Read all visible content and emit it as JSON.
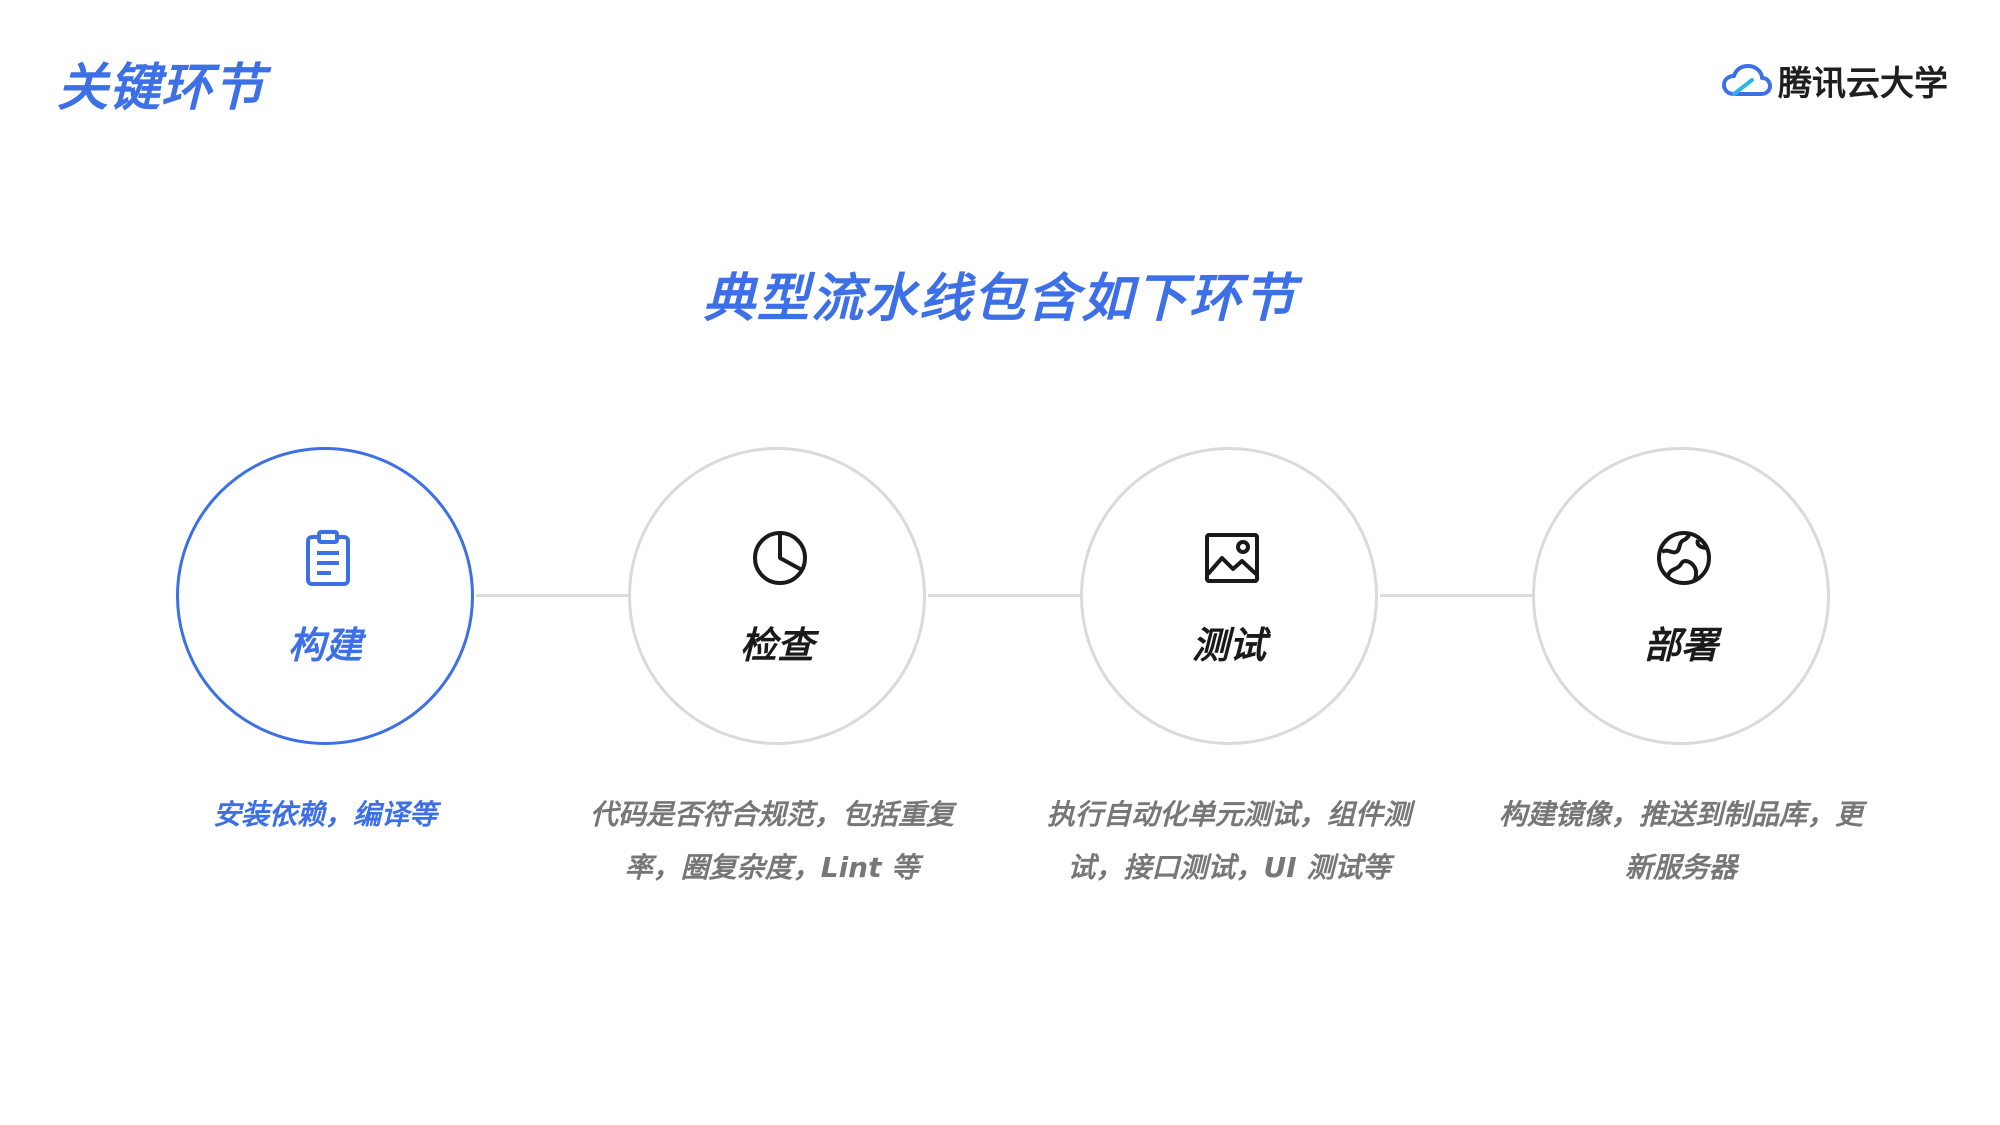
{
  "header": {
    "title": "关键环节",
    "brand": "腾讯云大学"
  },
  "subtitle": "典型流水线包含如下环节",
  "colors": {
    "accent": "#3d6fe6",
    "ring": "#dadada",
    "description": "#777777"
  },
  "steps": [
    {
      "label": "构建",
      "icon": "clipboard-icon",
      "description": "安装依赖，编译等",
      "active": true
    },
    {
      "label": "检查",
      "icon": "pie-chart-icon",
      "description": "代码是否符合规范，包括重复率，圈复杂度，Lint 等",
      "active": false
    },
    {
      "label": "测试",
      "icon": "image-icon",
      "description": "执行自动化单元测试，组件测试，接口测试，UI 测试等",
      "active": false
    },
    {
      "label": "部署",
      "icon": "globe-icon",
      "description": "构建镜像，推送到制品库，更新服务器",
      "active": false
    }
  ]
}
